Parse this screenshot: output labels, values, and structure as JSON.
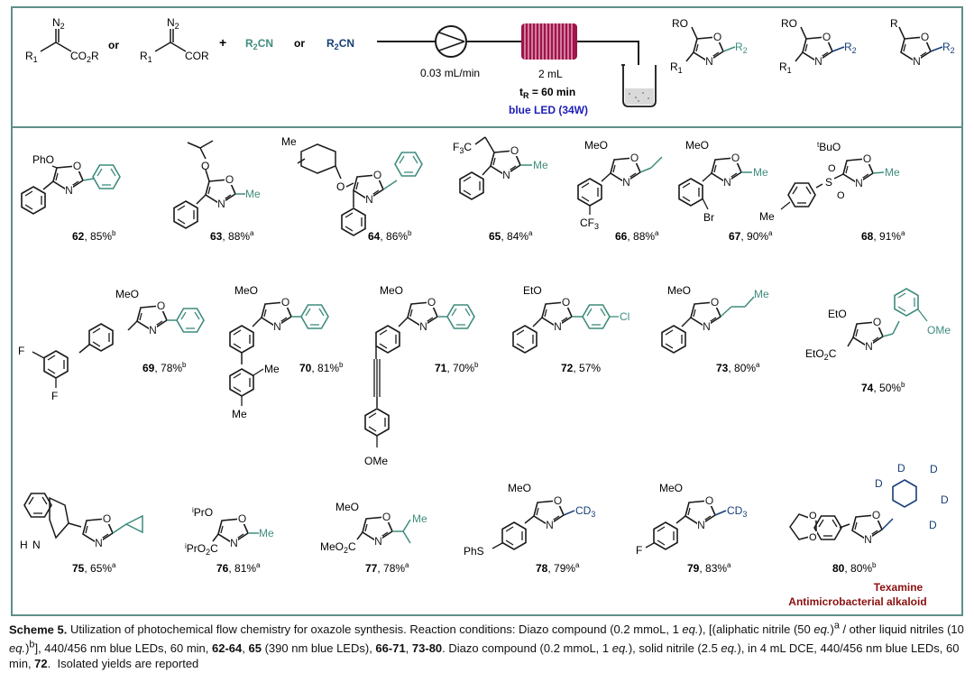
{
  "colors": {
    "teal": "#3e8c7d",
    "navy": "#153e78",
    "blue_led": "#1d1db8",
    "dark_red": "#8b0f0f",
    "frame": "#5f8f8a"
  },
  "header": {
    "diazo1_sub_left": "R1",
    "diazo1_ester": "CO2R",
    "n2": "N2",
    "or1": "or",
    "diazo2_sub_left": "R1",
    "diazo2_ketone": "COR",
    "plus": "+",
    "nitrile_teal": "R2CN",
    "or2": "or",
    "nitrile_navy": "R2CN",
    "flow_rate": "0.03 mL/min",
    "coil_volume": "2 mL",
    "residence_time": "tR = 60 min",
    "light": "blue LED (34W)",
    "product1": "RO / R1 / R2 oxazole",
    "product2": "RO / R1 / R2 oxazole",
    "product3": "R / R2 oxazole"
  },
  "compounds": [
    {
      "id": "62",
      "yield": "85%",
      "note": "b",
      "label": "62, 85%b"
    },
    {
      "id": "63",
      "yield": "88%",
      "note": "a",
      "label": "63, 88%a"
    },
    {
      "id": "64",
      "yield": "86%",
      "note": "b",
      "label": "64, 86%b"
    },
    {
      "id": "65",
      "yield": "84%",
      "note": "a",
      "label": "65, 84%a"
    },
    {
      "id": "66",
      "yield": "88%",
      "note": "a",
      "label": "66, 88%a"
    },
    {
      "id": "67",
      "yield": "90%",
      "note": "a",
      "label": "67, 90%a"
    },
    {
      "id": "68",
      "yield": "91%",
      "note": "a",
      "label": "68, 91%a"
    },
    {
      "id": "69",
      "yield": "78%",
      "note": "b",
      "label": "69, 78%b"
    },
    {
      "id": "70",
      "yield": "81%",
      "note": "b",
      "label": "70, 81%b"
    },
    {
      "id": "71",
      "yield": "70%",
      "note": "b",
      "label": "71, 70%b"
    },
    {
      "id": "72",
      "yield": "57%",
      "note": "",
      "label": "72, 57%"
    },
    {
      "id": "73",
      "yield": "80%",
      "note": "a",
      "label": "73, 80%a"
    },
    {
      "id": "74",
      "yield": "50%",
      "note": "b",
      "label": "74, 50%b"
    },
    {
      "id": "75",
      "yield": "65%",
      "note": "a",
      "label": "75, 65%a"
    },
    {
      "id": "76",
      "yield": "81%",
      "note": "a",
      "label": "76, 81%a"
    },
    {
      "id": "77",
      "yield": "78%",
      "note": "a",
      "label": "77, 78%a"
    },
    {
      "id": "78",
      "yield": "79%",
      "note": "a",
      "label": "78, 79%a"
    },
    {
      "id": "79",
      "yield": "83%",
      "note": "a",
      "label": "79, 83%a"
    },
    {
      "id": "80",
      "yield": "80%",
      "note": "b",
      "label": "80, 80%b"
    }
  ],
  "texamine": {
    "name": "Texamine",
    "class": "Antimicrobacterial alkaloid"
  },
  "caption": {
    "scheme": "Scheme 5.",
    "text": " Utilization of photochemical flow chemistry for oxazole synthesis. Reaction conditions: Diazo compound (0.2 mmoL, 1 eq.), [(aliphatic nitrile (50 eq.)a / other liquid nitriles (10 eq.)b], 440/456 nm blue LEDs, 60 min, 62-64, 65 (390 nm blue LEDs), 66-71, 73-80. Diazo compound (0.2 mmoL, 1 eq.), solid nitrile (2.5 eq.), in 4 mL DCE, 440/456 nm blue LEDs, 60 min, 72.  Isolated yields are reported"
  }
}
